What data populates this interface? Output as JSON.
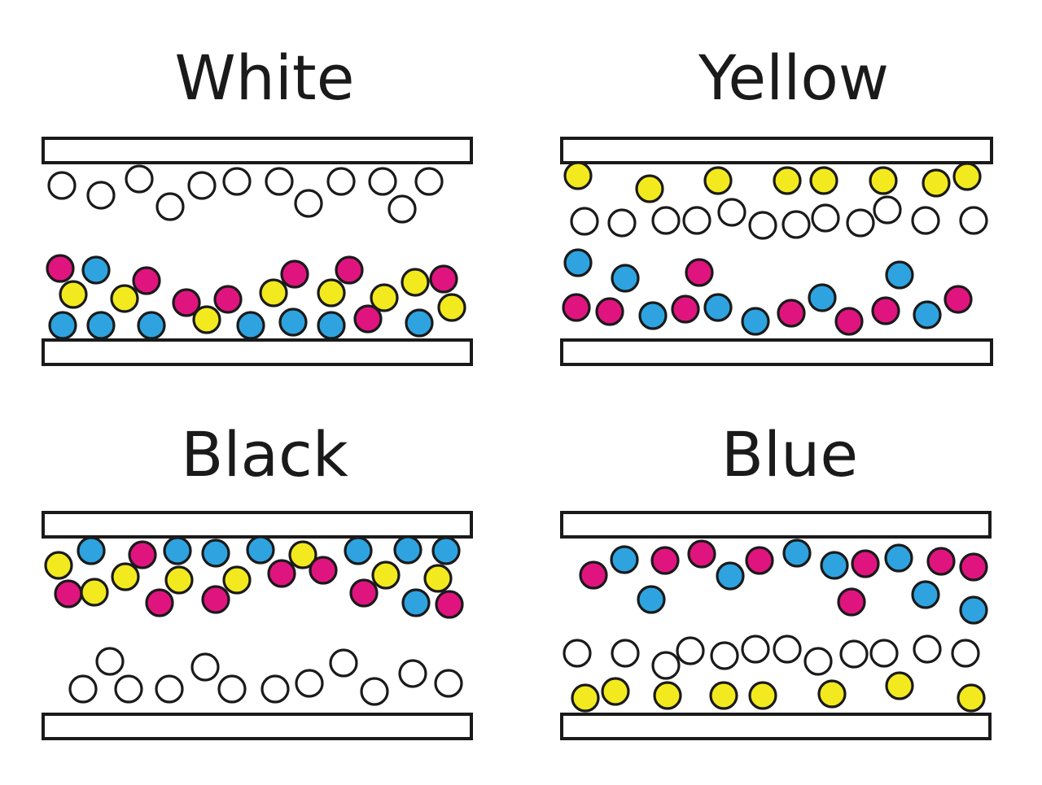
{
  "colors": {
    "white": "#ffffff",
    "yellow": "#f2ea1e",
    "cyan": "#2ea3e0",
    "magenta": "#e0147f",
    "outline": "#1a1a1a"
  },
  "panels": [
    {
      "title": "White",
      "top_layer": [
        "white"
      ],
      "bottom_layer": [
        "magenta",
        "yellow",
        "cyan"
      ]
    },
    {
      "title": "Yellow",
      "top_layer": [
        "yellow",
        "white"
      ],
      "bottom_layer": [
        "cyan",
        "magenta"
      ]
    },
    {
      "title": "Black",
      "top_layer": [
        "magenta",
        "yellow",
        "cyan"
      ],
      "bottom_layer": [
        "white"
      ]
    },
    {
      "title": "Blue",
      "top_layer": [
        "magenta",
        "cyan"
      ],
      "bottom_layer": [
        "white",
        "yellow"
      ]
    }
  ]
}
